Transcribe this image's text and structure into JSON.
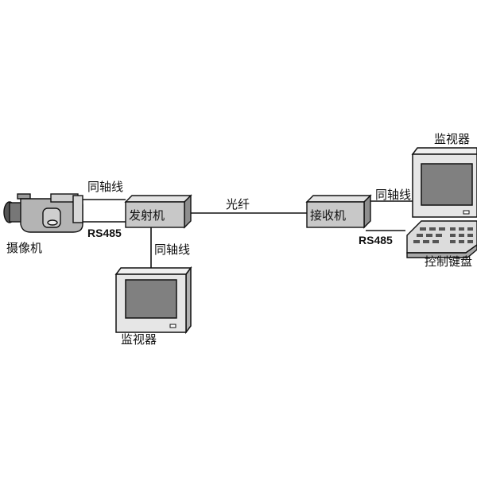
{
  "labels": {
    "camera": "摄像机",
    "transmitter": "发射机",
    "receiver": "接收机",
    "fiber": "光纤",
    "coax_top_left": "同轴线",
    "rs485_left": "RS485",
    "coax_down": "同轴线",
    "monitor_bottom": "监视器",
    "monitor_top_right": "监视器",
    "coax_right": "同轴线",
    "rs485_right": "RS485",
    "keyboard": "控制键盘"
  },
  "colors": {
    "box_front": "#c8c8c8",
    "box_top": "#e4e4e4",
    "box_side": "#8e8e8e",
    "monitor_body": "#e6e6e6",
    "screen": "#808080",
    "line": "#111111"
  },
  "icons": {
    "camera": "video-camera-icon",
    "monitor": "crt-monitor-icon",
    "keyboard": "control-keyboard-icon"
  }
}
